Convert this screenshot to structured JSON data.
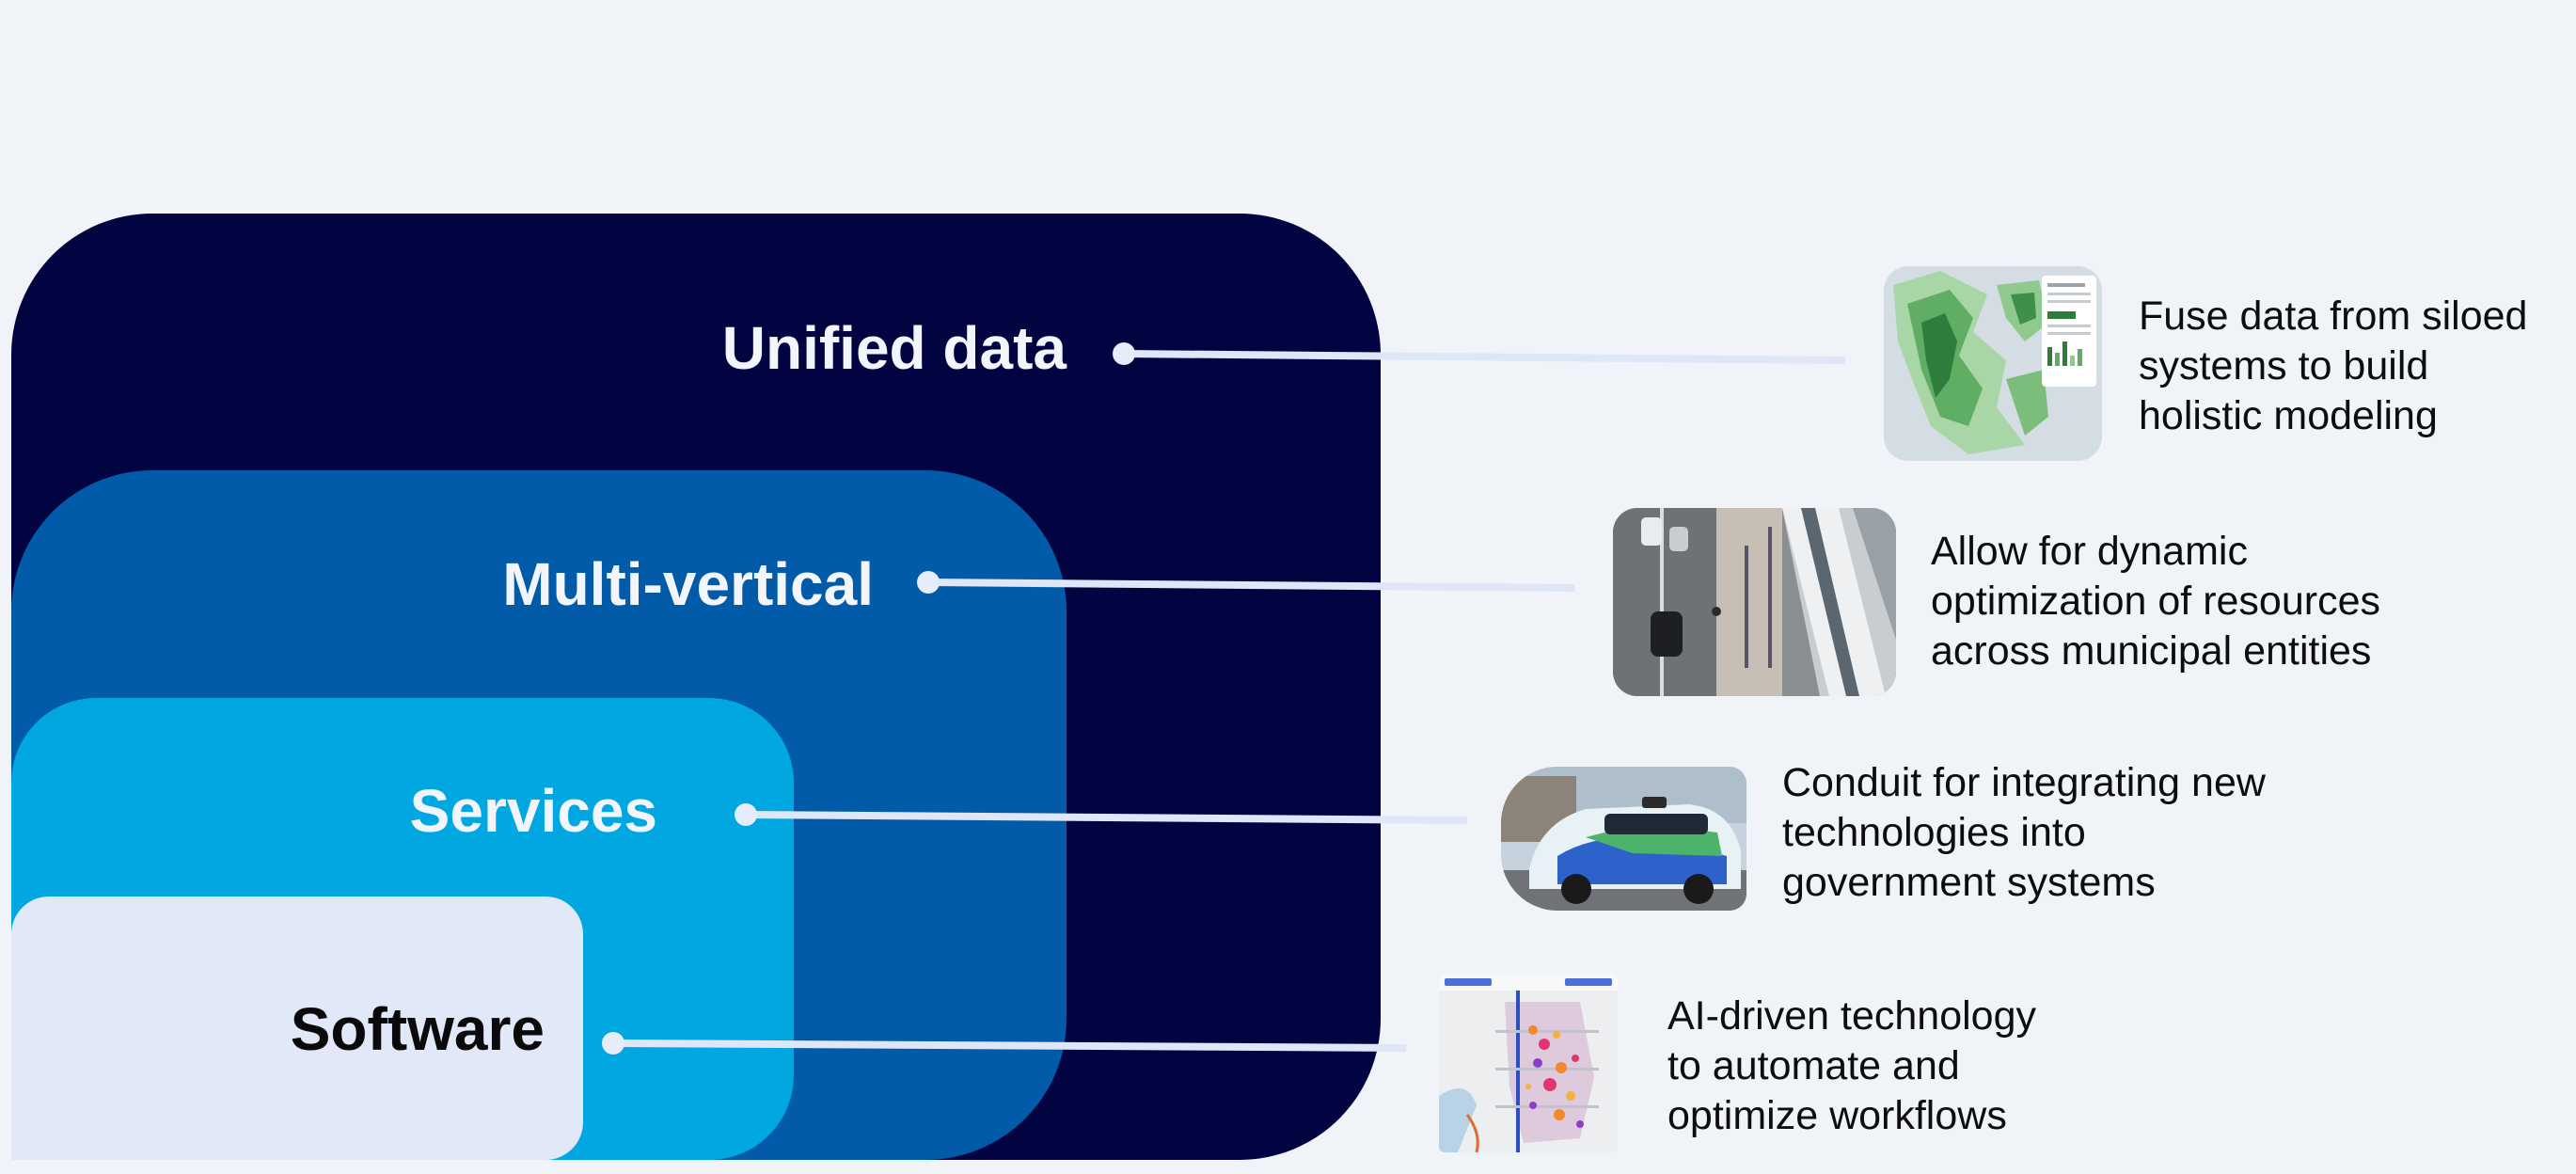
{
  "layers": [
    {
      "label": "Unified data",
      "color": "#010440"
    },
    {
      "label": "Multi-vertical",
      "color": "#025ba8"
    },
    {
      "label": "Services",
      "color": "#01a7e0"
    },
    {
      "label": "Software",
      "color": "#e1e8f8"
    }
  ],
  "descriptions": [
    {
      "lines": [
        "Fuse data from siloed",
        "systems to build",
        "holistic modeling"
      ],
      "image": "green-density-map"
    },
    {
      "lines": [
        "Allow for dynamic",
        "optimization of resources",
        "across municipal entities"
      ],
      "image": "transit-station-aerial-photo"
    },
    {
      "lines": [
        "Conduit for integrating new",
        "technologies into",
        "government systems"
      ],
      "image": "autonomous-vehicle-photo"
    },
    {
      "lines": [
        "AI-driven technology",
        "to automate and",
        "optimize workflows"
      ],
      "image": "heatmap-dashboard-screenshot"
    }
  ],
  "connector_color": "#e1e8f8"
}
